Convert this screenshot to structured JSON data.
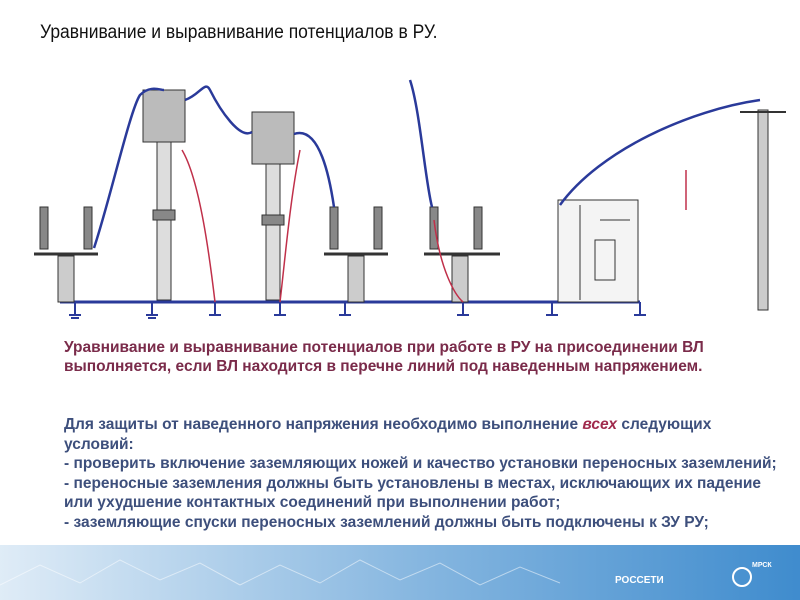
{
  "title": "Уравнивание и выравнивание потенциалов в РУ.",
  "para1": "Уравнивание и выравнивание потенциалов при работе в РУ на присоединении ВЛ выполняется, если ВЛ находится в перечне линий под наведенным напряжением.",
  "para2": {
    "intro_a": "Для защиты от наведенного напряжения необходимо выполнение",
    "intro_em": "всех",
    "intro_b": " следующих условий:",
    "items": [
      "- проверить включение заземляющих ножей и качество установки переносных заземлений;",
      "- переносные заземления должны быть установлены в местах, исключающих их падение или ухудшение контактных соединений при выполнении работ;",
      "- заземляющие спуски переносных заземлений должны быть подключены к ЗУ РУ;"
    ]
  },
  "footer": {
    "logo1": "РОССЕТИ",
    "logo2": "МРСК"
  },
  "colors": {
    "wire": "#2a3a9a",
    "ground_wire": "#c0304a",
    "para1": "#7a2b4a",
    "para2": "#3d4f7c",
    "footer": "#2a7fc8"
  }
}
